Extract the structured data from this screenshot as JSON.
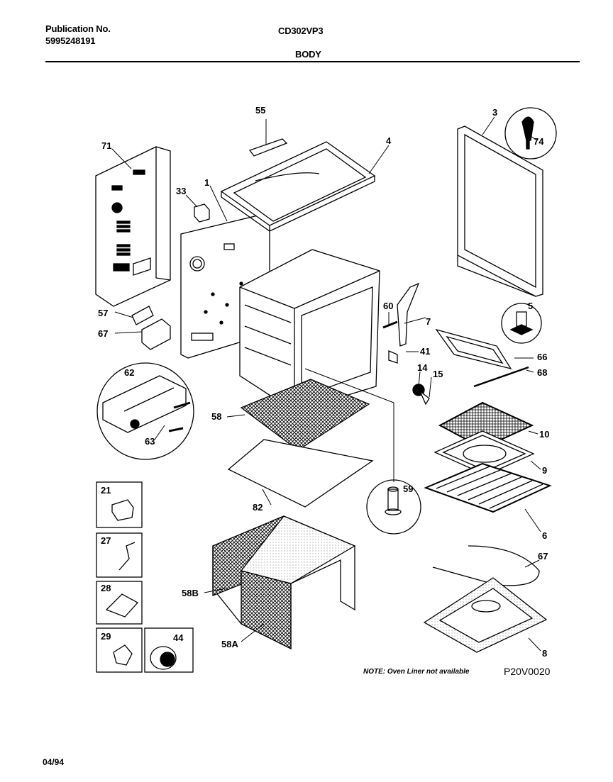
{
  "header": {
    "publication_label": "Publication No.",
    "publication_number": "5995248191",
    "model": "CD302VP3",
    "section": "BODY"
  },
  "parts": [
    "55",
    "71",
    "1",
    "33",
    "4",
    "3",
    "74",
    "5",
    "57",
    "67",
    "60",
    "7",
    "41",
    "66",
    "68",
    "14",
    "15",
    "62",
    "58",
    "63",
    "10",
    "9",
    "59",
    "82",
    "6",
    "21",
    "27",
    "28",
    "29",
    "44",
    "58B",
    "58A",
    "67",
    "8"
  ],
  "footer": {
    "note": "NOTE: Oven Liner not available",
    "diagram_code": "P20V0020",
    "date": "04/94"
  }
}
